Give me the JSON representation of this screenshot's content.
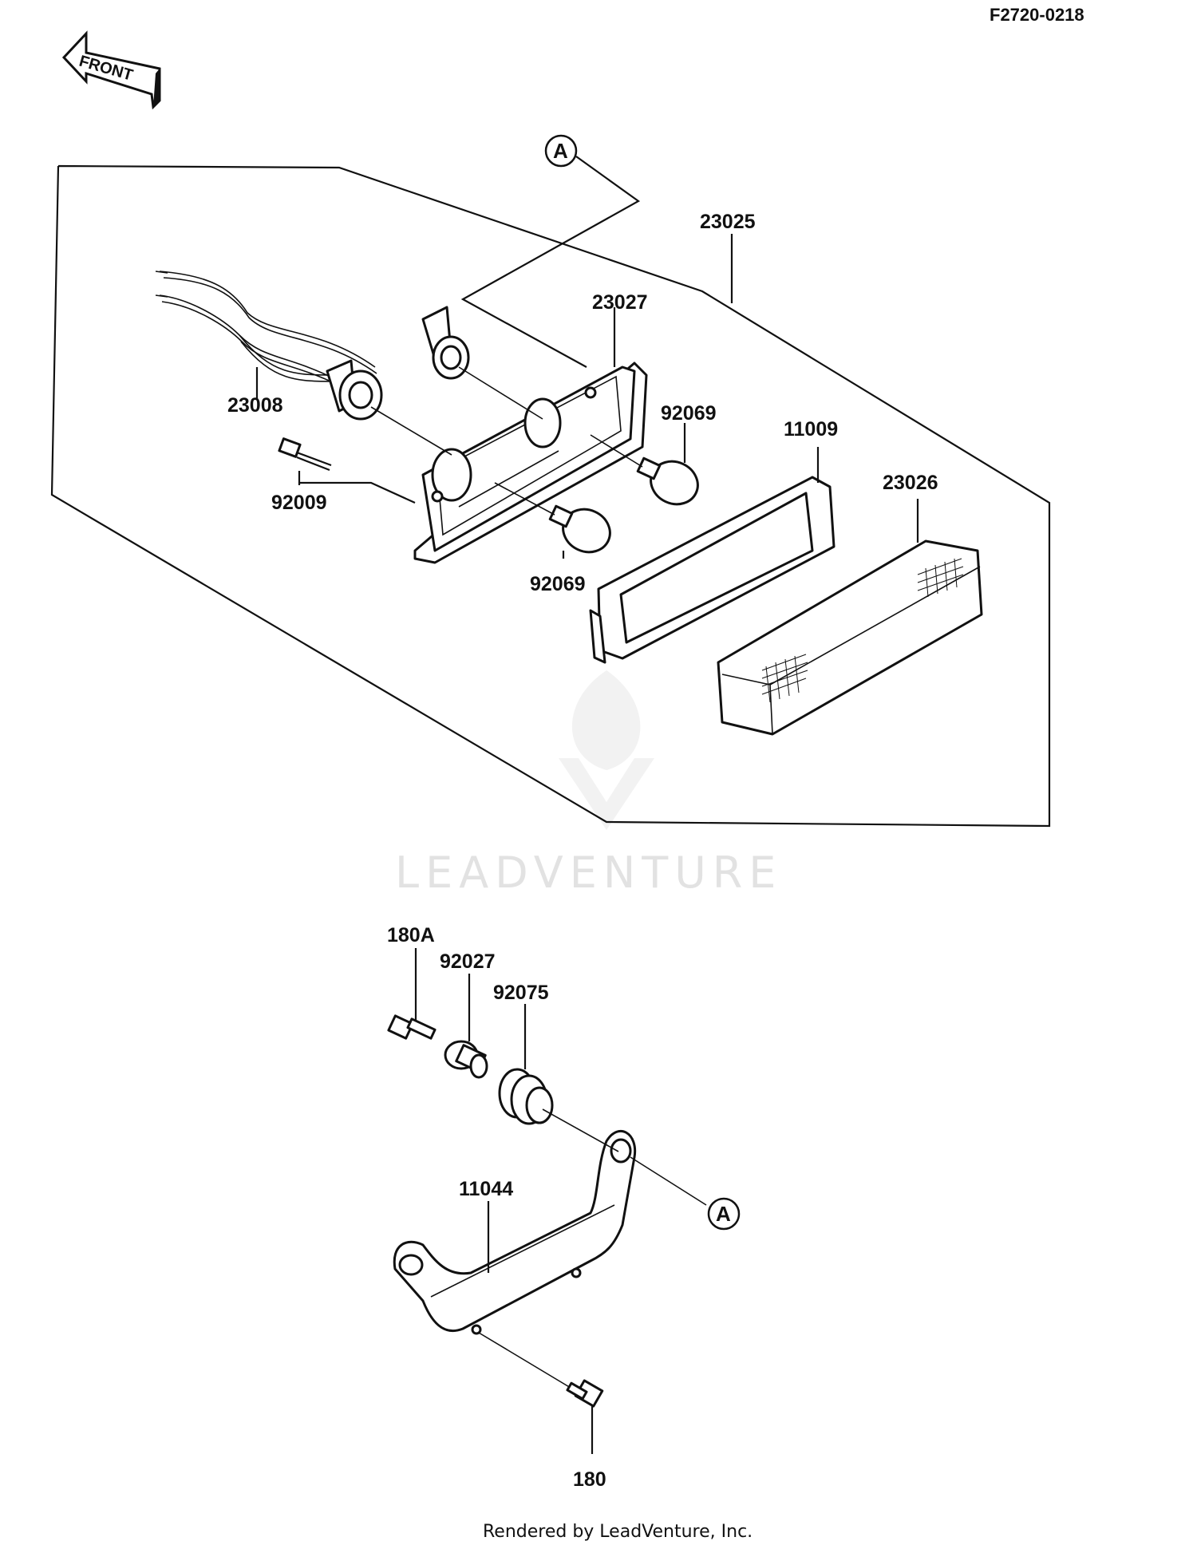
{
  "diagram_code": "F2720-0218",
  "front_arrow_label": "FRONT",
  "reference_marks": {
    "upper": "A",
    "lower": "A"
  },
  "watermark": "LEADVENTURE",
  "footer": "Rendered by LeadVenture, Inc.",
  "parts": {
    "tail_lamp_assembly": "23025",
    "lamp_case": "23027",
    "socket_harness": "23008",
    "bulb_right": "92069",
    "bulb_left": "92069",
    "screw": "92009",
    "lens_gasket": "11009",
    "lens": "23026",
    "bolt_top": "180A",
    "collar": "92027",
    "grommet": "92075",
    "bracket": "11044",
    "bolt_bottom": "180"
  },
  "colors": {
    "line": "#111111",
    "watermark": "#e2e2e2"
  }
}
